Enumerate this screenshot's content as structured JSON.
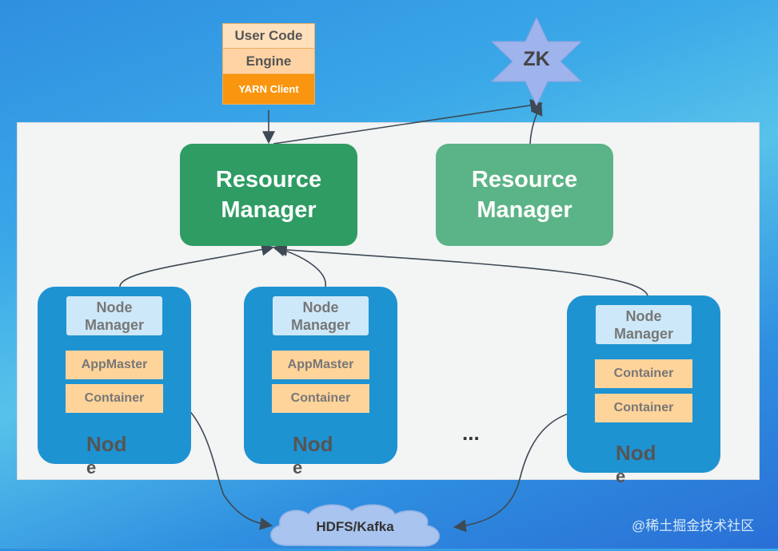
{
  "client_stack": {
    "user_code": "User Code",
    "engine": "Engine",
    "yarn_client": "YARN Client"
  },
  "zk": {
    "label": "ZK"
  },
  "resource_managers": [
    {
      "line1": "Resource",
      "line2": "Manager"
    },
    {
      "line1": "Resource",
      "line2": "Manager"
    }
  ],
  "nodes": [
    {
      "nm_line1": "Node",
      "nm_line2": "Manager",
      "cell1": "AppMaster",
      "cell2": "Container",
      "label_a": "Nod",
      "label_b": "e"
    },
    {
      "nm_line1": "Node",
      "nm_line2": "Manager",
      "cell1": "AppMaster",
      "cell2": "Container",
      "label_a": "Nod",
      "label_b": "e"
    },
    {
      "nm_line1": "Node",
      "nm_line2": "Manager",
      "cell1": "Container",
      "cell2": "Container",
      "label_a": "Nod",
      "label_b": "e"
    }
  ],
  "ellipsis": "...",
  "storage": {
    "label": "HDFS/Kafka"
  },
  "watermark": "@稀土掘金技术社区",
  "colors": {
    "rm_active": "#2e9c63",
    "rm_standby": "#5bb487",
    "node": "#1e93d2",
    "yarn_client": "#f9950e"
  }
}
